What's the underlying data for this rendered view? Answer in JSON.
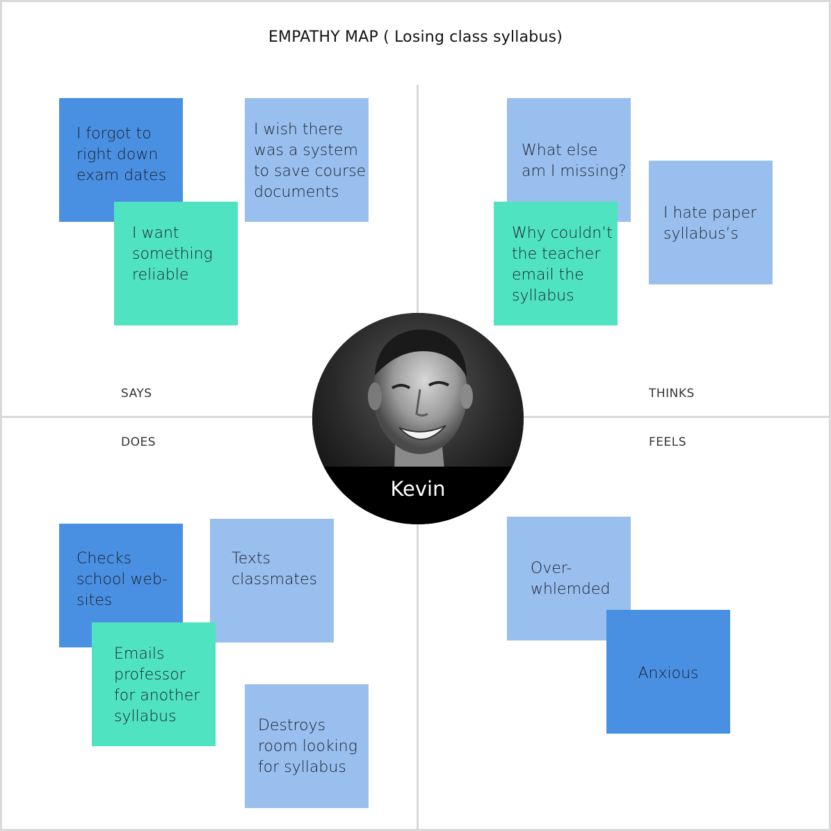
{
  "title": "EMPATHY MAP ( Losing class syllabus)",
  "quadrants": {
    "says": "SAYS",
    "thinks": "THINKS",
    "does": "DOES",
    "feels": "FEELS"
  },
  "persona": {
    "name": "Kevin"
  },
  "notes": {
    "says": [
      {
        "lines": [
          "I forgot to",
          "right down",
          "exam dates"
        ],
        "color": "#4a90e2"
      },
      {
        "lines": [
          "I wish there",
          "was a system",
          "to save course",
          "documents"
        ],
        "color": "#99bfef"
      },
      {
        "lines": [
          "I want",
          "something",
          "reliable"
        ],
        "color": "#4fe3c2"
      }
    ],
    "thinks": [
      {
        "lines": [
          "What else",
          "am I missing?"
        ],
        "color": "#99bfef"
      },
      {
        "lines": [
          "I hate paper",
          "syllabus’s"
        ],
        "color": "#99bfef"
      },
      {
        "lines": [
          "Why couldn’t",
          "the teacher",
          "email the",
          "syllabus"
        ],
        "color": "#4fe3c2"
      }
    ],
    "does": [
      {
        "lines": [
          "Checks",
          "school web-",
          "sites"
        ],
        "color": "#4a90e2"
      },
      {
        "lines": [
          "Texts",
          "classmates"
        ],
        "color": "#99bfef"
      },
      {
        "lines": [
          "Emails",
          "professor",
          "for another",
          "syllabus"
        ],
        "color": "#4fe3c2"
      },
      {
        "lines": [
          "Destroys",
          "room looking",
          "for syllabus"
        ],
        "color": "#99bfef"
      }
    ],
    "feels": [
      {
        "lines": [
          "Over-",
          "whlemded"
        ],
        "color": "#99bfef"
      },
      {
        "lines": [
          "Anxious"
        ],
        "color": "#4a90e2"
      }
    ]
  }
}
